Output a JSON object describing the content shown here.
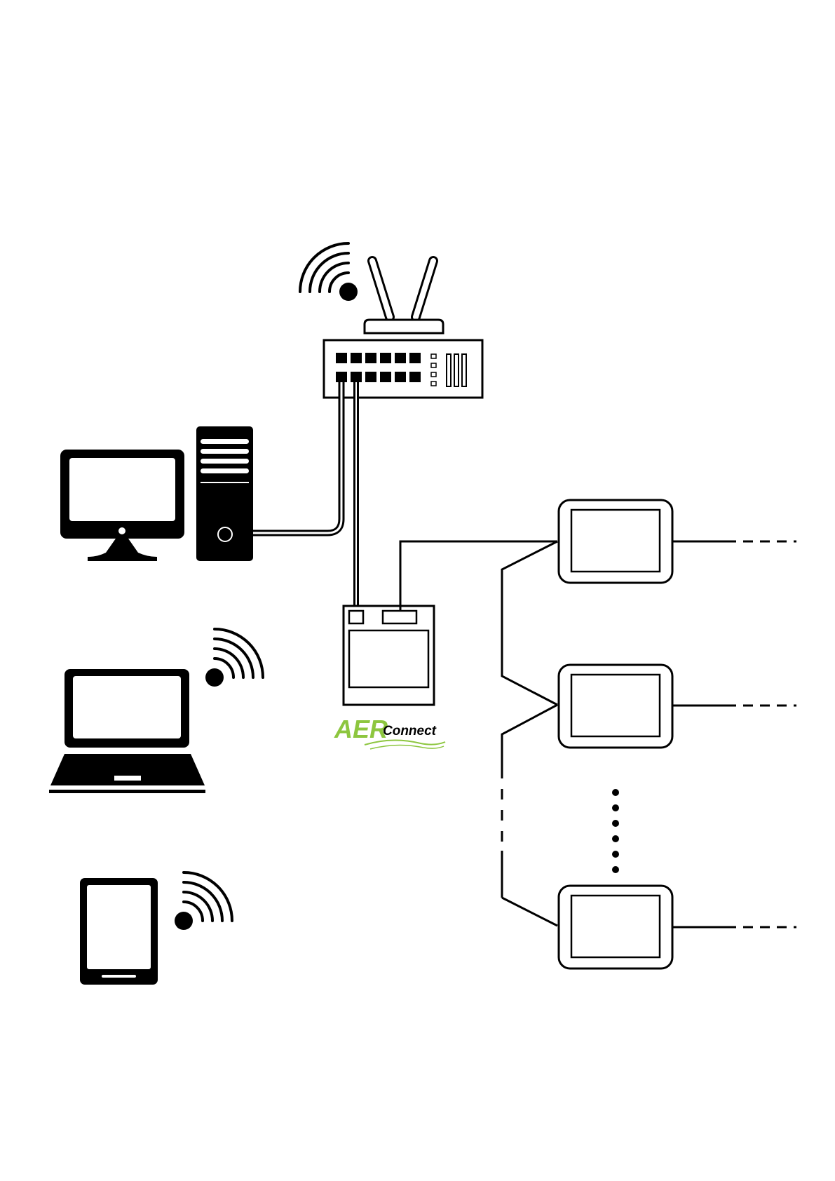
{
  "logo": {
    "part1": "AER",
    "part2": "Connect",
    "color": "#8dc63f"
  },
  "colors": {
    "stroke": "#000000",
    "background": "#ffffff"
  },
  "nodes": [
    {
      "name": "router",
      "icon": "router-icon",
      "wireless": true
    },
    {
      "name": "desktop-computer",
      "icon": "desktop-computer-icon"
    },
    {
      "name": "laptop",
      "icon": "laptop-icon",
      "wireless": true
    },
    {
      "name": "tablet",
      "icon": "tablet-icon",
      "wireless": true
    },
    {
      "name": "aerconnect-gateway",
      "icon": "gateway-icon"
    },
    {
      "name": "controller-1",
      "icon": "controller-icon"
    },
    {
      "name": "controller-2",
      "icon": "controller-icon"
    },
    {
      "name": "controller-n",
      "icon": "controller-icon"
    }
  ]
}
